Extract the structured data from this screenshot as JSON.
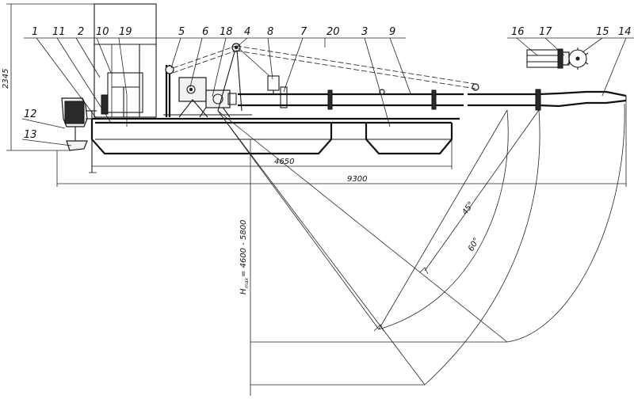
{
  "callouts": [
    "1",
    "11",
    "2",
    "10",
    "19",
    "5",
    "6",
    "18",
    "4",
    "8",
    "7",
    "20",
    "3",
    "9",
    "16",
    "17",
    "15",
    "14",
    "12",
    "13"
  ],
  "dimensions": {
    "pontoon_length": "4650",
    "overall_length": "9300",
    "height": "2345",
    "dredge_depth": "H",
    "dredge_depth_sub": "max",
    "dredge_depth_value": "= 4600 - 5800"
  },
  "angles": {
    "a45": "45°",
    "a60": "60°"
  }
}
